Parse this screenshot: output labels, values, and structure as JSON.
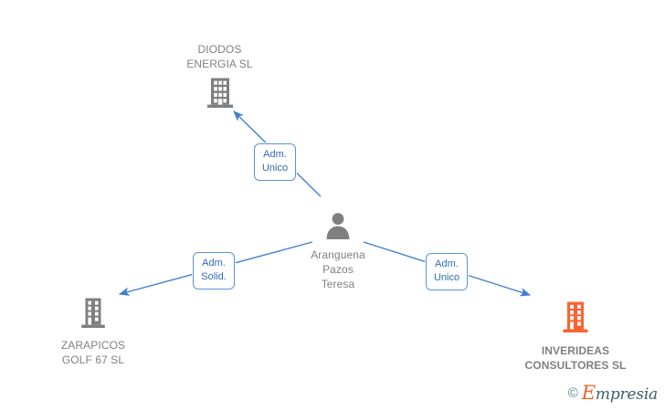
{
  "diagram": {
    "type": "relationship-graph",
    "center_person": {
      "name": "Aranguena\nPazos\nTeresa",
      "icon": "person-icon",
      "icon_color": "#7f7f7f"
    },
    "companies": [
      {
        "id": "diodos",
        "label": "DIODOS\nENERGIA SL",
        "icon": "building-icon",
        "icon_color": "#7f7f7f",
        "bold": false,
        "label_position": "top"
      },
      {
        "id": "zarapicos",
        "label": "ZARAPICOS\nGOLF 67 SL",
        "icon": "building-icon",
        "icon_color": "#7f7f7f",
        "bold": false,
        "label_position": "bottom"
      },
      {
        "id": "inverideas",
        "label": "INVERIDEAS\nCONSULTORES SL",
        "icon": "building-icon",
        "icon_color": "#fa6432",
        "bold": true,
        "label_position": "bottom"
      }
    ],
    "relations": [
      {
        "id": "rel-diodos",
        "label": "Adm.\nUnico",
        "target": "diodos"
      },
      {
        "id": "rel-zarapicos",
        "label": "Adm.\nSolid.",
        "target": "zarapicos"
      },
      {
        "id": "rel-inverideas",
        "label": "Adm.\nUnico",
        "target": "inverideas"
      }
    ],
    "edge_color": "#3f7fd0",
    "chip_border_color": "#5a93d8",
    "chip_text_color": "#2f6cb5"
  },
  "watermark": {
    "copyright": "©",
    "brand_initial": "E",
    "brand_rest": "mpresia"
  }
}
